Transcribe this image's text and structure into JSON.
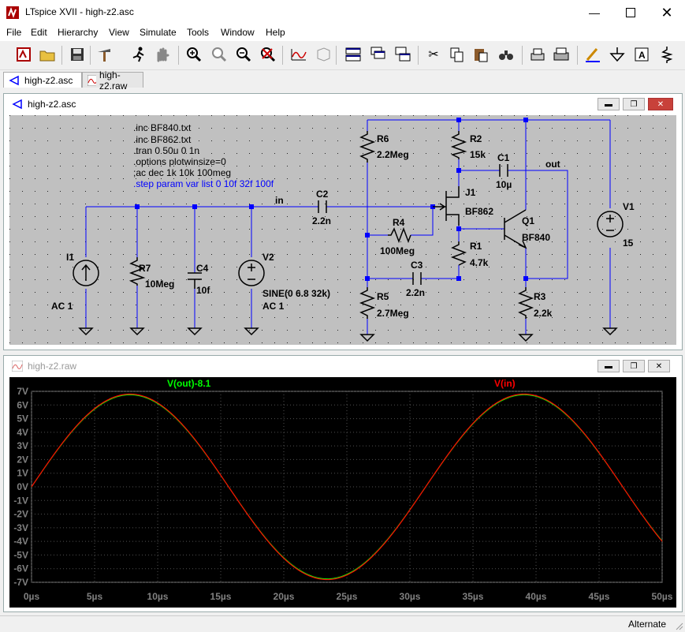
{
  "window": {
    "title": "LTspice XVII - high-z2.asc"
  },
  "menu": [
    "File",
    "Edit",
    "Hierarchy",
    "View",
    "Simulate",
    "Tools",
    "Window",
    "Help"
  ],
  "toolbar_icons": [
    "new-schematic-icon",
    "open-icon",
    "save-icon",
    "control-panel-icon",
    "run-icon",
    "halt-icon",
    "zoom-in-icon",
    "pan-icon",
    "zoom-out-icon",
    "zoom-cancel-icon",
    "autorange-icon",
    "fit-icon",
    "tile-horizontal-icon",
    "cascade-icon",
    "tile-vertical-icon",
    "cut-icon",
    "copy-icon",
    "paste-icon",
    "find-icon",
    "print-setup-icon",
    "print-icon",
    "wire-icon",
    "ground-icon",
    "label-icon",
    "resistor-icon"
  ],
  "tabs": [
    {
      "label": "high-z2.asc",
      "active": true
    },
    {
      "label": "high-z2.raw",
      "active": false
    }
  ],
  "schematic_window": {
    "title": "high-z2.asc"
  },
  "plot_window": {
    "title": "high-z2.raw"
  },
  "directives": {
    "line1": ".inc BF840.txt",
    "line2": ".inc BF862.txt",
    "line3": ".tran 0 50u 0 1n",
    "line4": ".options plotwinsize=0",
    "line5": ";ac dec 1k 10k 100meg",
    "line6": ".step param var list 0 10f 32f 100f"
  },
  "components": {
    "r6_name": "R6",
    "r6_value": "2.2Meg",
    "r2_name": "R2",
    "r2_value": "15k",
    "c1_name": "C1",
    "c1_value": "10µ",
    "out_label": "out",
    "j1_name": "J1",
    "j1_model": "BF862",
    "q1_name": "Q1",
    "q1_model": "BF840",
    "in_label": "in",
    "c2_name": "C2",
    "c2_value": "2.2n",
    "r4_name": "R4",
    "r4_value": "100Meg",
    "r1_name": "R1",
    "r1_value": "4.7k",
    "c3_name": "C3",
    "c3_value": "2.2n",
    "r5_name": "R5",
    "r5_value": "2.7Meg",
    "r3_name": "R3",
    "r3_value": "2.2k",
    "v1_name": "V1",
    "v1_value": "15",
    "i1_name": "I1",
    "i1_value": "AC 1",
    "r7_name": "R7",
    "r7_value": "10Meg",
    "c4_name": "C4",
    "c4_value": "10f",
    "v2_name": "V2",
    "v2_value1": "SINE(0 6.8 32k)",
    "v2_value2": "AC 1"
  },
  "colors": {
    "wire": "#0000ff",
    "directive": "#000000",
    "step_directive": "#0000ff",
    "trace_out": "#00ff00",
    "trace_in": "#ff0000",
    "plot_bg": "#000000",
    "schematic_bg": "#c0c0c0"
  },
  "chart_data": {
    "type": "line",
    "x_unit": "µs",
    "xlim": [
      0,
      50
    ],
    "ylim": [
      -7,
      7
    ],
    "xticks": [
      "0µs",
      "5µs",
      "10µs",
      "15µs",
      "20µs",
      "25µs",
      "30µs",
      "35µs",
      "40µs",
      "45µs",
      "50µs"
    ],
    "yticks": [
      "7V",
      "6V",
      "5V",
      "4V",
      "3V",
      "2V",
      "1V",
      "0V",
      "-1V",
      "-2V",
      "-3V",
      "-4V",
      "-5V",
      "-6V",
      "-7V"
    ],
    "grid": true,
    "series": [
      {
        "name": "V(out)-8.1",
        "color": "#00ff00",
        "amplitude": 6.75,
        "frequency_khz": 32,
        "offset": 0
      },
      {
        "name": "V(in)",
        "color": "#ff0000",
        "amplitude": 6.8,
        "frequency_khz": 32,
        "offset": 0
      }
    ]
  },
  "status": {
    "text": "Alternate"
  }
}
